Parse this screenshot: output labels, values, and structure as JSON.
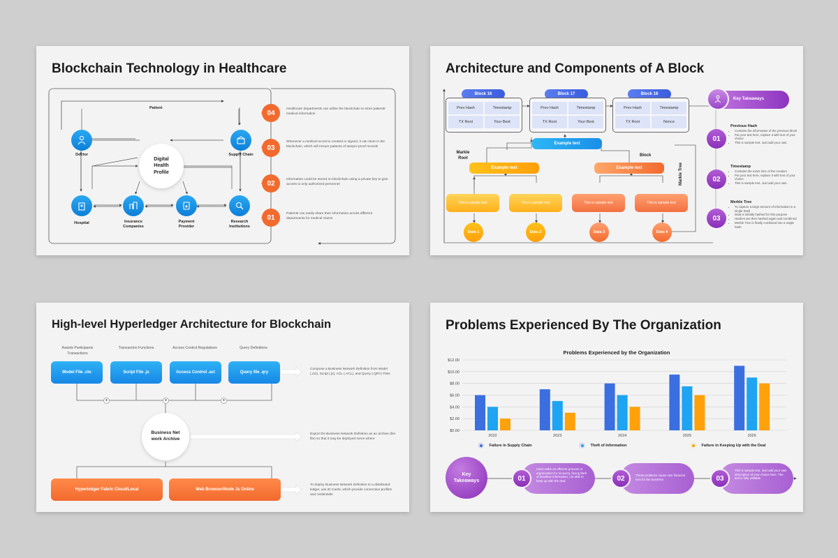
{
  "slide1": {
    "title": "Blockchain Technology in Healthcare",
    "patient": "Patient",
    "center": "Digital Health Profile",
    "nodes": {
      "doctor": "Doctor",
      "supply_chain": "Supply Chain",
      "hospital": "Hospital",
      "insurance": "Insurance Companies",
      "payment": "Payment Provider",
      "research": "Research Institutions"
    },
    "steps": [
      {
        "num": "04",
        "text": "Healthcare departments can utilize the blockchain to store patients' medical information"
      },
      {
        "num": "03",
        "text": "Whenever a medical record is created or signed, it can store in the blockchain, which will ensure patients of tamper-proof records"
      },
      {
        "num": "02",
        "text": "Information could be stored on blockchain using a private key to give access to only authorized personnel"
      },
      {
        "num": "01",
        "text": "Patients can easily share their information across different departments for medical claims"
      }
    ]
  },
  "slide2": {
    "title": "Architecture and Components of A Block",
    "blocks": [
      {
        "name": "Block 16",
        "cells": [
          "Prev Hash",
          "Timestamp",
          "TX Root",
          "Your Best"
        ]
      },
      {
        "name": "Block 17",
        "cells": [
          "Prev Hash",
          "Timestamp",
          "TX Root",
          "Your Best"
        ]
      },
      {
        "name": "Block 18",
        "cells": [
          "Prev Hash",
          "Timestamp",
          "TX Root",
          "Nonce"
        ]
      }
    ],
    "top_example": "Example text",
    "mid_examples": [
      "Example text",
      "Example text"
    ],
    "sample_texts": [
      "This is sample text",
      "This is sample text",
      "This is sample text",
      "This is sample text"
    ],
    "data": [
      "Data 1",
      "Data 2",
      "Data 3",
      "Data 4"
    ],
    "markle_root": "Markle Root",
    "block_label": "Block",
    "markle_tree_vertical": "Markle Tree",
    "key_takeaways": "Key Takeaways",
    "takeaways": [
      {
        "num": "01",
        "title": "Previous Hash",
        "bullets": [
          "Contains the information of the previous block",
          "Put your text here, replace it with text of your choice",
          "This is sample text. Just add your own."
        ]
      },
      {
        "num": "02",
        "title": "Timestamp",
        "bullets": [
          "Contains the exact time of the creation",
          "Put your text here, replace it with text of your choice",
          "This is sample text. Just add your own."
        ]
      },
      {
        "num": "03",
        "title": "Merkle Tree",
        "bullets": [
          "To capture a large amount of information in a single hash",
          "Data is initially hashed for this purpose",
          "Hashes are then hashed again and combined",
          "Merkle Tree is finally combined into a single hash"
        ]
      }
    ]
  },
  "slide3": {
    "title": "High-level Hyperledger Architecture for Blockchain",
    "headers": [
      "Assists Participants Transactions",
      "Transaction Functions",
      "Access Control Regulations",
      "Query Definitions"
    ],
    "files": [
      "Model File .cto",
      "Script File .js",
      "Access Control .acl",
      "Query file .qry"
    ],
    "plus": "+",
    "center": "Business Net work Archive",
    "bottom": [
      "Hyperledger Fabric Cloud/Local",
      "Web Browser/Node Js Online"
    ],
    "notes": [
      "Compose a Business Network Definition from Model (.cto), Script (.js), ACL (.ACL), and Query (.QRY) Files",
      "Export the Business Network Definition as an archive (bin file) so that it may be deployed some where",
      "To deploy Business Network Definition to a distributed ledger, use ID Cards, which provide connection profiles and credentials"
    ]
  },
  "slide4": {
    "title": "Problems Experienced By The Organization",
    "key_takeaways": "Key Takeaways",
    "takeaways": [
      {
        "num": "01",
        "text": "Can't make an efficient process or organization for recovery, facing theft of sensitive information, not able to keep up with the deal"
      },
      {
        "num": "02",
        "text": "These problems cause rare financial loss for the business"
      },
      {
        "num": "03",
        "text": "This is sample text. Just add your own description of your choice here. The text is fully editable"
      }
    ]
  },
  "chart_data": {
    "type": "bar",
    "title": "Problems Experienced by the Organization",
    "categories": [
      "2022",
      "2023",
      "2024",
      "2025",
      "2026"
    ],
    "series": [
      {
        "name": "Failure in Supply Chain",
        "values": [
          6,
          7,
          8,
          9.5,
          11
        ],
        "color": "#3b6fe0"
      },
      {
        "name": "Theft of Information",
        "values": [
          4,
          5,
          6,
          7.5,
          9
        ],
        "color": "#1ea4f2"
      },
      {
        "name": "Failure in Keeping Up with the Deal",
        "values": [
          2,
          3,
          4,
          6,
          8
        ],
        "color": "#ffa10a"
      }
    ],
    "y_ticks": [
      "$0.00",
      "$2.00",
      "$4.00",
      "$6.00",
      "$8.00",
      "$10.00",
      "$12.00"
    ],
    "ylim": [
      0,
      12
    ],
    "grid": true,
    "legend": "bottom"
  }
}
